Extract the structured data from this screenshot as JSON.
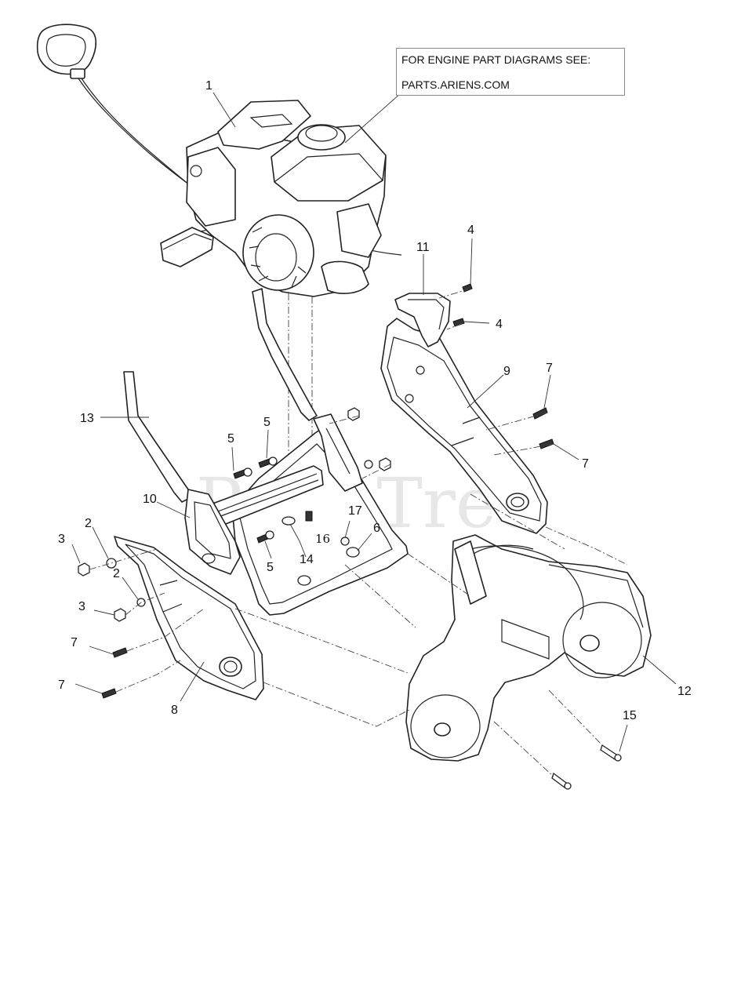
{
  "note": {
    "line1": "FOR ENGINE PART DIAGRAMS SEE:",
    "line2": "PARTS.ARIENS.COM"
  },
  "watermark": "PartsTree",
  "callouts": {
    "c1": "1",
    "c2a": "2",
    "c2b": "2",
    "c3a": "3",
    "c3b": "3",
    "c4a": "4",
    "c4b": "4",
    "c5a": "5",
    "c5b": "5",
    "c5c": "5",
    "c6": "6",
    "c7a": "7",
    "c7b": "7",
    "c7c": "7",
    "c7d": "7",
    "c8": "8",
    "c9": "9",
    "c10": "10",
    "c11": "11",
    "c12": "12",
    "c13": "13",
    "c14": "14",
    "c15": "15",
    "c16": "16",
    "c17": "17"
  }
}
